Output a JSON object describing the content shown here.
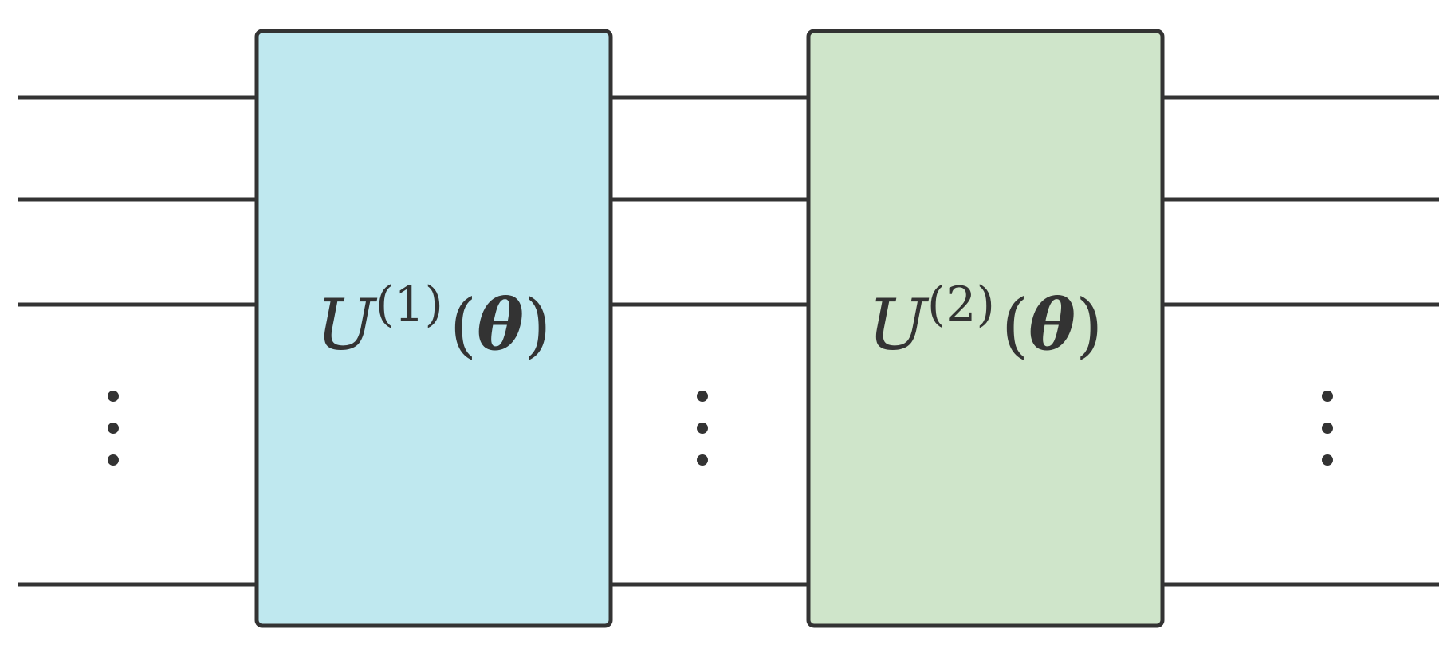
{
  "colors": {
    "wire": "#333333",
    "gate1_fill": "#bfe8ef",
    "gate2_fill": "#cfe5ca",
    "background": "#ffffff"
  },
  "wire_groups": {
    "count_shown": 4,
    "ellipsis_symbol": "vertical-dots"
  },
  "gates": [
    {
      "symbol": "U",
      "superscript": "(1)",
      "param_open": "(",
      "param": "θ",
      "param_close": ")"
    },
    {
      "symbol": "U",
      "superscript": "(2)",
      "param_open": "(",
      "param": "θ",
      "param_close": ")"
    }
  ]
}
